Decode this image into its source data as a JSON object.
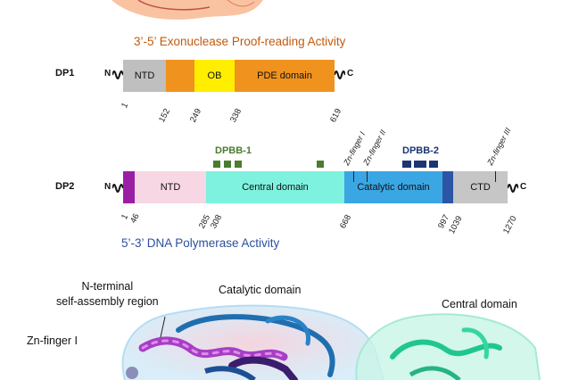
{
  "exonuclease_title": "3’-5’ Exonuclease Proof-reading Activity",
  "polymerase_title": "5’-3’ DNA Polymerase Activity",
  "dp1": {
    "label": "DP1",
    "n_term": "N",
    "c_term": "C",
    "segments": [
      {
        "name": "NTD",
        "color": "#bfbfbf"
      },
      {
        "name": "",
        "color": "#f0921e"
      },
      {
        "name": "OB",
        "color": "#ffee00"
      },
      {
        "name": "PDE domain",
        "color": "#f0921e"
      }
    ],
    "ticks": [
      "1",
      "152",
      "249",
      "338",
      "619"
    ]
  },
  "dp2": {
    "label": "DP2",
    "n_term": "N",
    "c_term": "C",
    "segments": [
      {
        "name": "",
        "color": "#9b1fa6"
      },
      {
        "name": "NTD",
        "color": "#f7d7e3"
      },
      {
        "name": "Central domain",
        "color": "#7ef2df"
      },
      {
        "name": "Catalytic domain",
        "color": "#3ba6e4"
      },
      {
        "name": "",
        "color": "#2d55a6"
      },
      {
        "name": "CTD",
        "color": "#c6c6c6"
      }
    ],
    "ticks": [
      "1",
      "46",
      "285",
      "308",
      "668",
      "997",
      "1039",
      "1270"
    ],
    "motifs": {
      "dpbb1": "DPBB-1",
      "dpbb2": "DPBB-2",
      "zinc1": "Zn-finger I",
      "zinc2": "Zn-finger II",
      "zinc3": "Zn-finger III"
    },
    "colors": {
      "dpbb1": "#4a7d2e",
      "dpbb2": "#1c3576"
    }
  },
  "structure_labels": {
    "n_terminal": "N-terminal\nself-assembly region",
    "catalytic": "Catalytic domain",
    "central": "Central domain",
    "zinc": "Zn-finger I"
  }
}
